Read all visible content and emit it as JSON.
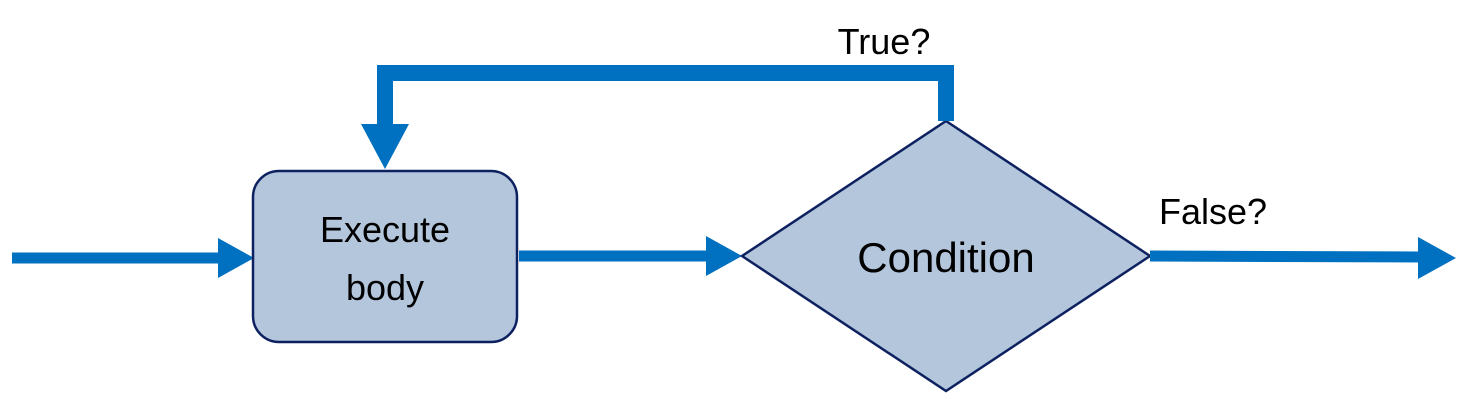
{
  "nodes": {
    "process": {
      "line1": "Execute",
      "line2": "body"
    },
    "decision": {
      "label": "Condition"
    }
  },
  "edges": {
    "true_label": "True?",
    "false_label": "False?"
  },
  "colors": {
    "arrow": "#0070C0",
    "node_fill": "#B4C6DC",
    "node_stroke": "#0D2160"
  }
}
